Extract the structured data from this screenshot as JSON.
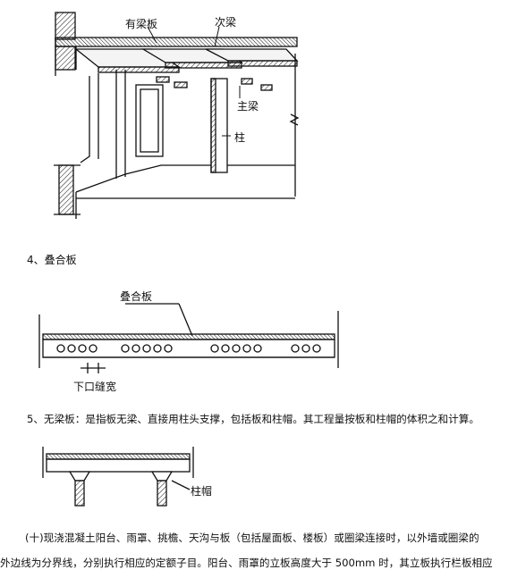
{
  "figure1": {
    "label_slab": "有梁板",
    "label_secondary_beam": "次梁",
    "label_main_beam": "主梁",
    "label_column": "柱"
  },
  "section4": {
    "heading": "4、叠合板"
  },
  "figure2": {
    "label_composite_slab": "叠合板",
    "label_gap_width": "下口缝宽"
  },
  "section5": {
    "text": "5、无梁板：是指板无梁、直接用柱头支撑，包括板和柱帽。其工程量按板和柱帽的体积之和计算。"
  },
  "figure3": {
    "label_column_cap": "柱帽"
  },
  "paragraph10": {
    "line1": "(十)现浇混凝土阳台、雨罩、挑檐、天沟与板（包括屋面板、楼板）或圈梁连接时，以外墙或圈梁的",
    "line2": "外边线为分界线，分别执行相应的定额子目。阳台、雨罩的立板高度大于 500mm 时，其立板执行栏板相应"
  }
}
